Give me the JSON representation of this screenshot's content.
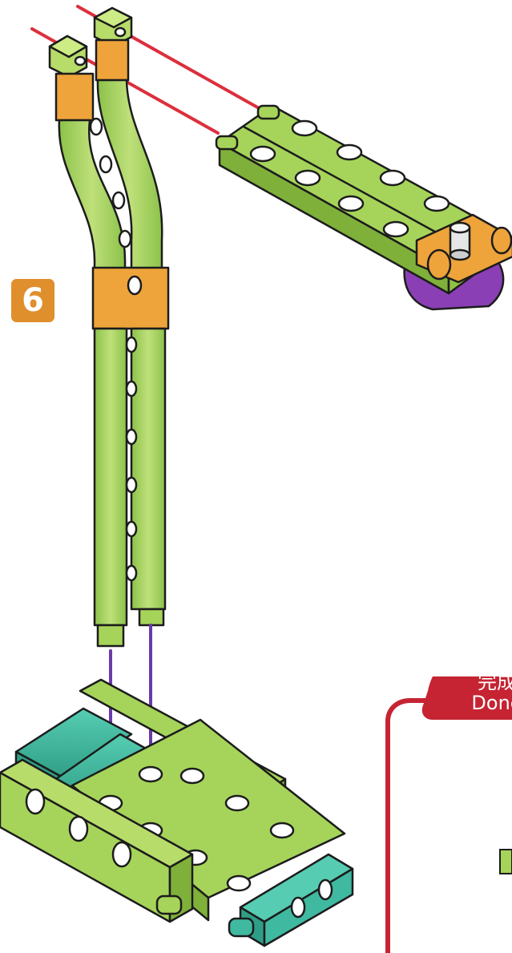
{
  "step": {
    "number": "6"
  },
  "done_callout": {
    "label_cn": "完成",
    "label_en": "Done"
  },
  "colors": {
    "piece_green": "#a6d45a",
    "piece_green_dark": "#7fb03a",
    "connector_orange": "#eea43a",
    "connector_teal": "#3fb9a0",
    "wheel_purple": "#8a3fb5",
    "guide_red": "#dc2f3c",
    "guide_purple": "#6a3aa8",
    "badge_orange": "#e08f2d",
    "done_red": "#c62433"
  },
  "icons": [
    "assembly-diagram",
    "step-number-badge",
    "done-callout"
  ]
}
